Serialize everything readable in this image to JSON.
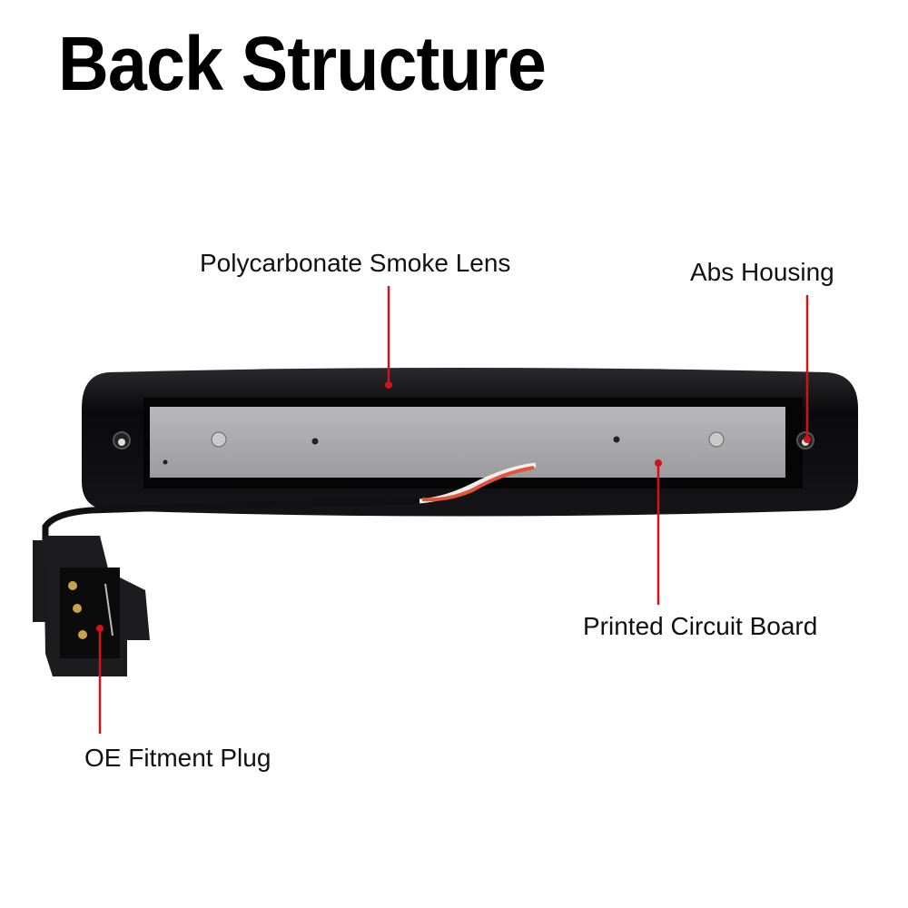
{
  "title": "Back Structure",
  "callouts": {
    "lens": "Polycarbonate Smoke Lens",
    "housing": "Abs Housing",
    "pcb": "Printed Circuit Board",
    "plug": "OE Fitment Plug"
  },
  "colors": {
    "callout_line": "#d0141c",
    "housing": "#0b0b0d",
    "pcb": "#a9a9ab"
  }
}
